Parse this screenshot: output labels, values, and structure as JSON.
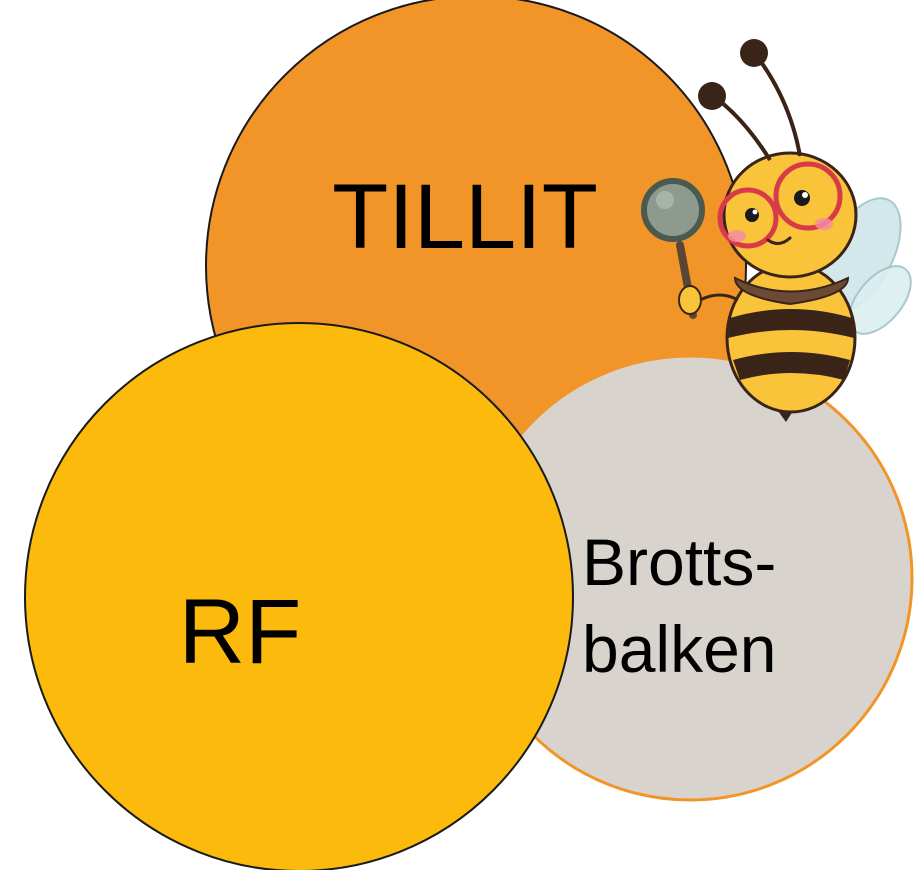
{
  "diagram": {
    "circles": [
      {
        "id": "tillit",
        "label": "TILLIT",
        "fill": "#F29528"
      },
      {
        "id": "brottsbalken",
        "label_lines": [
          "Brotts-",
          "balken"
        ],
        "fill": "#D8D3CD",
        "stroke": "#F29528"
      },
      {
        "id": "rf",
        "label": "RF",
        "fill": "#FCBA0C"
      }
    ],
    "mascot": {
      "icon": "bee-with-magnifying-glass-icon",
      "colors": {
        "body_yellow": "#F9C33A",
        "stripe": "#3A2418",
        "glasses": "#D93A4A",
        "wing": "#CFE6E8",
        "lens": "#8E9A8E"
      }
    }
  }
}
